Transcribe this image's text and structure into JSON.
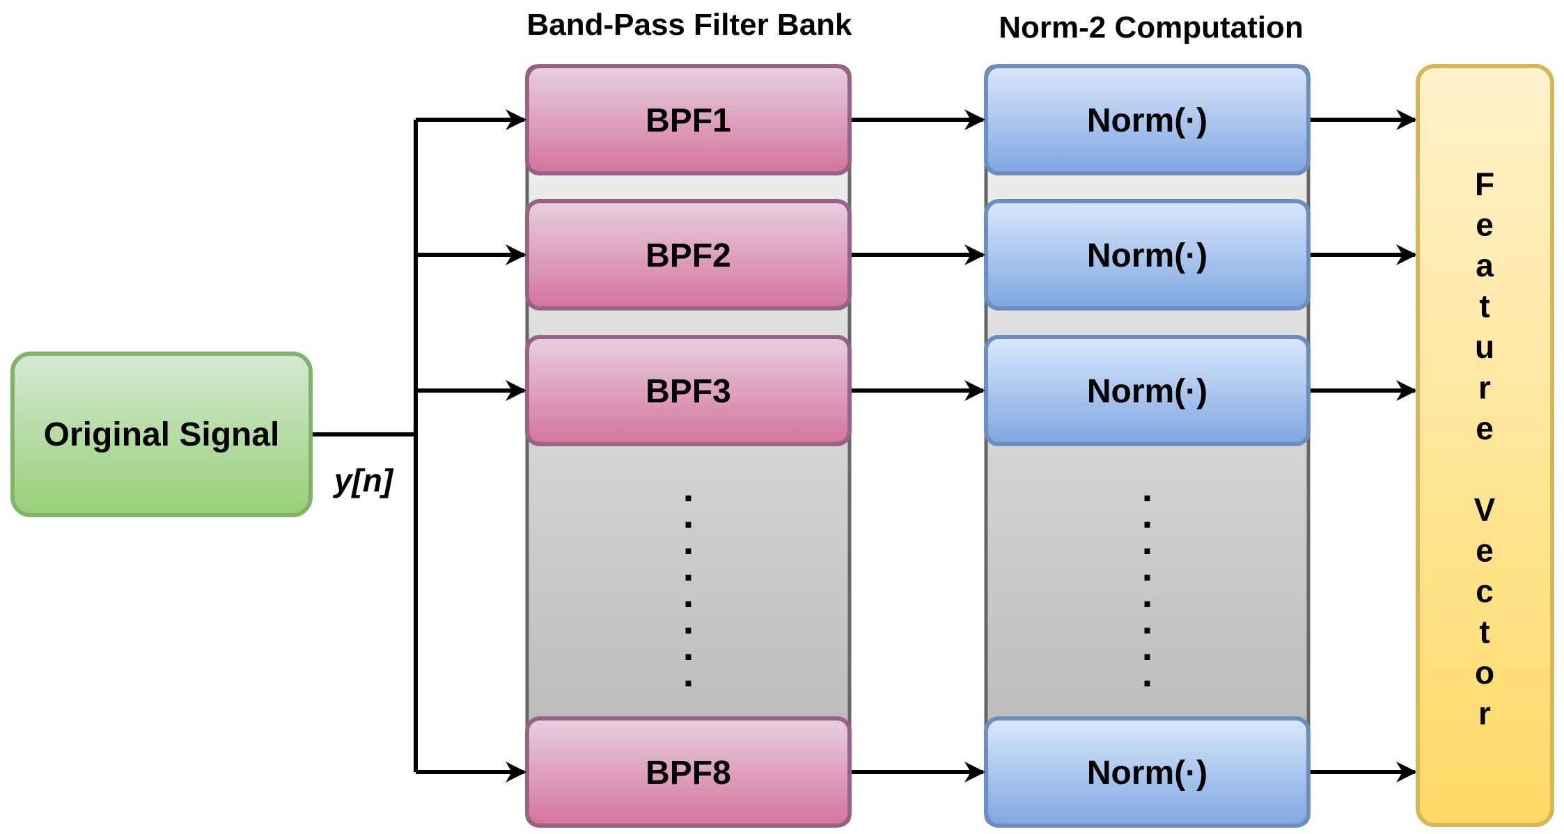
{
  "titles": {
    "filter_bank": "Band-Pass Filter Bank",
    "norm_computation": "Norm-2 Computation"
  },
  "source": {
    "label": "Original Signal",
    "signal_label": "y[n]"
  },
  "filters": [
    {
      "label": "BPF1"
    },
    {
      "label": "BPF2"
    },
    {
      "label": "BPF3"
    },
    {
      "label": "BPF8"
    }
  ],
  "norms": [
    {
      "label": "Norm(·)"
    },
    {
      "label": "Norm(·)"
    },
    {
      "label": "Norm(·)"
    },
    {
      "label": "Norm(·)"
    }
  ],
  "ellipsis": ".",
  "output": {
    "letters": [
      "F",
      "e",
      "a",
      "t",
      "u",
      "r",
      "e",
      "",
      "V",
      "e",
      "c",
      "t",
      "o",
      "r"
    ]
  },
  "colors": {
    "source_fill_top": "#d5e8d4",
    "source_fill_bottom": "#97d077",
    "source_stroke": "#82b366",
    "filter_fill_top": "#e6d0de",
    "filter_fill_bottom": "#d5739d",
    "filter_stroke": "#996185",
    "norm_fill_top": "#dae8fc",
    "norm_fill_bottom": "#7ea6e0",
    "norm_stroke": "#6c8ebf",
    "column_fill_top": "#f5f5f5",
    "column_fill_bottom": "#b3b3b3",
    "column_stroke": "#666666",
    "output_fill_top": "#fff2cc",
    "output_fill_bottom": "#ffd966",
    "output_stroke": "#d6b656",
    "line": "#000000"
  }
}
